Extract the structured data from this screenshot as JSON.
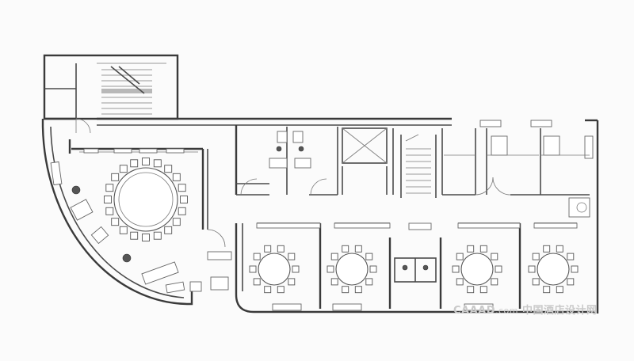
{
  "figure": {
    "kind": "architectural floor plan",
    "colors": {
      "line": "#4a4a4a",
      "background": "#fbfbfb",
      "watermark": "#c9c9c9"
    },
    "rooms": [
      {
        "id": "large-private-room",
        "round_table_seats": 20
      },
      {
        "id": "private-room-1",
        "round_table_seats": 10
      },
      {
        "id": "private-room-2",
        "round_table_seats": 10
      },
      {
        "id": "private-room-3",
        "round_table_seats": 10
      },
      {
        "id": "private-room-4",
        "round_table_seats": 10
      }
    ]
  },
  "watermark": {
    "brand": "CAAAD",
    "domain": ".com",
    "cn": "中国酒店设计网"
  }
}
